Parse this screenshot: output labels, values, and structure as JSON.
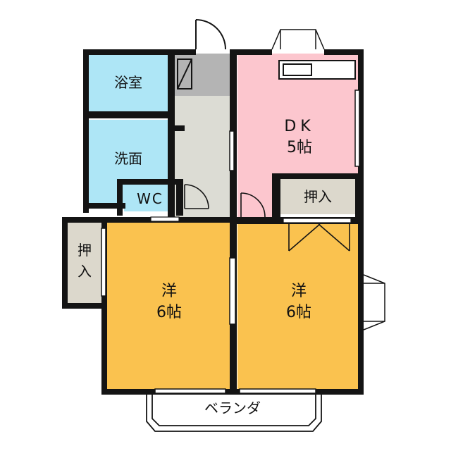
{
  "rooms": {
    "bath": "浴室",
    "washroom": "洗面",
    "wc": "WC",
    "dk_line1": "DK",
    "dk_line2": "5帖",
    "closet_dk": "押入",
    "closet_left_1": "押",
    "closet_left_2": "入",
    "west_room_line1": "洋",
    "west_room_line2": "6帖",
    "east_room_line1": "洋",
    "east_room_line2": "6帖",
    "balcony": "ベランダ"
  },
  "colors": {
    "wall": "#141414",
    "bath_fill": "#aee6f6",
    "dk_fill": "#fcc6ce",
    "bedroom_fill": "#fac24f",
    "closet_fill": "#dcd8cc",
    "hall_fill": "#dcdcd4",
    "entry_fill": "#b4b4b4"
  }
}
